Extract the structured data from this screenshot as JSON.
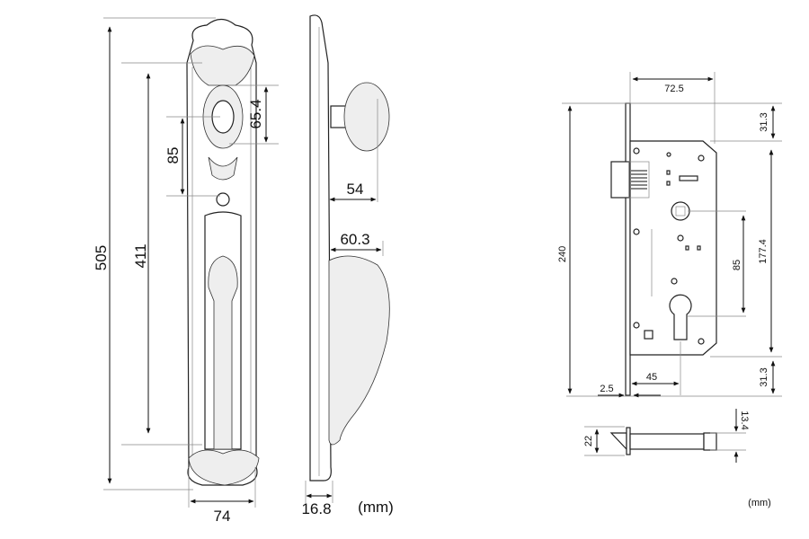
{
  "handle_drawing": {
    "dimensions": {
      "total_height": "505",
      "handle_span": "411",
      "knob_to_keyhole": "85",
      "knob_height": "65.4",
      "plate_width": "74",
      "knob_projection": "54",
      "handle_projection": "60.3",
      "plate_thickness": "16.8"
    },
    "unit": "(mm)"
  },
  "lock_body_drawing": {
    "dimensions": {
      "backset_depth": "72.5",
      "top_offset": "31.3",
      "faceplate_height": "240",
      "case_height": "177.4",
      "center_distance": "85",
      "backset": "45",
      "faceplate_thickness": "2.5",
      "bottom_offset": "31.3",
      "latch_height": "22",
      "latch_width": "13.4"
    },
    "unit": "(mm)"
  }
}
